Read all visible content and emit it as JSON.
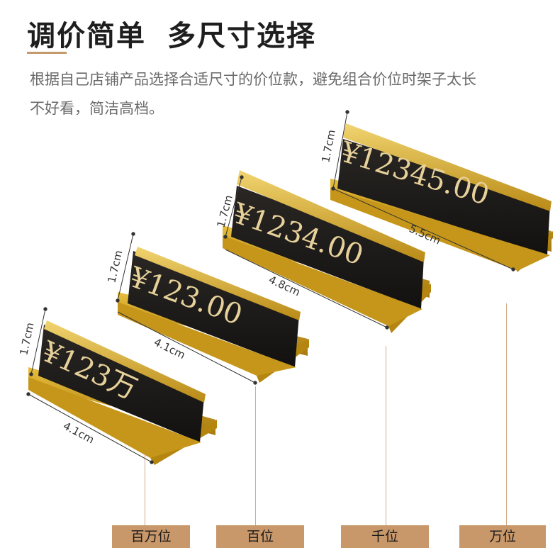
{
  "header": {
    "title_left": "调价简单",
    "title_right": "多尺寸选择",
    "description": "根据自己店铺产品选择合适尺寸的价位款，避免组合价位时架子太长不好看，简洁高档。"
  },
  "products": [
    {
      "price": "¥123万",
      "height": "1.7cm",
      "width": "4.1cm",
      "label": "百万位"
    },
    {
      "price": "¥123.00",
      "height": "1.7cm",
      "width": "4.1cm",
      "label": "百位"
    },
    {
      "price": "¥1234.00",
      "height": "1.7cm",
      "width": "4.8cm",
      "label": "千位"
    },
    {
      "price": "¥12345.00",
      "height": "1.7cm",
      "width": "5.5cm",
      "label": "万位"
    }
  ],
  "colors": {
    "gold": "#c99a1e",
    "gold_light": "#e8c34a",
    "black_panel": "#1c1a17",
    "label_bg": "#c8976a",
    "accent_rule": "#c49a6c"
  }
}
